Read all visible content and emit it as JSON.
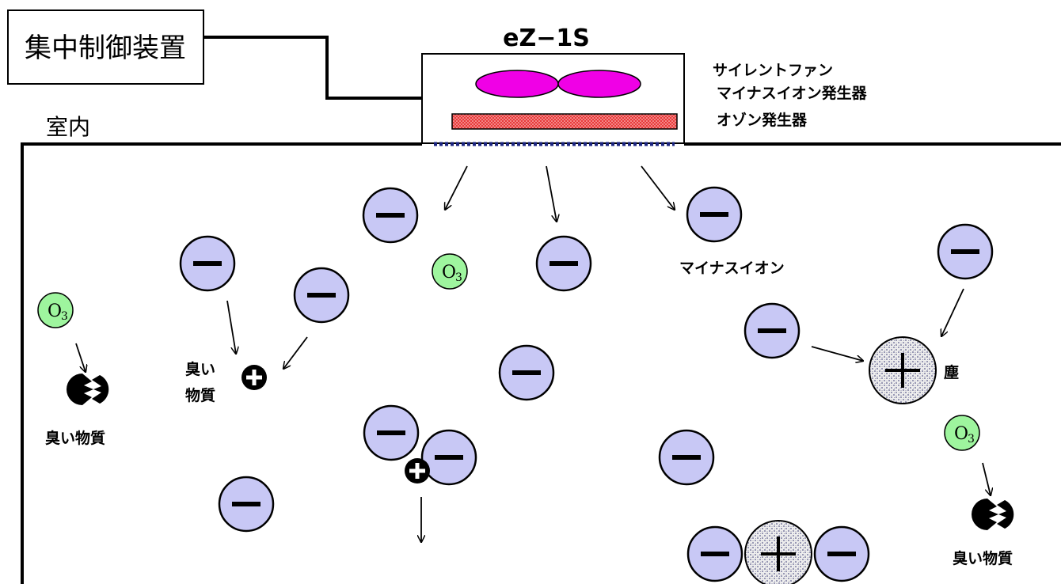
{
  "control_device": {
    "label": "集中制御装置"
  },
  "device": {
    "name": "eZ−1S",
    "components": [
      "サイレントファン",
      "マイナスイオン発生器",
      "オゾン発生器"
    ]
  },
  "room": {
    "label": "室内"
  },
  "labels": {
    "minus_ion": "マイナスイオン",
    "odor_left": "臭い物質",
    "odor_mid_line1": "臭い",
    "odor_mid_line2": "物質",
    "odor_right": "臭い物質",
    "dust": "塵"
  },
  "ozone": {
    "symbol": "O",
    "subscript": "3"
  },
  "colors": {
    "ion_fill": "#c8c8f5",
    "ozone_fill": "#9ef59e",
    "fan_fill": "#f000e6",
    "ozone_generator_fill": "#e83a3a",
    "emitter_dash": "#1a237e",
    "dust_fill": "#e8e8e8"
  },
  "icons": [
    "minus-ion-icon",
    "ozone-molecule-icon",
    "odor-molecule-icon",
    "plus-charge-icon",
    "dust-particle-icon",
    "fan-blade-icon"
  ]
}
